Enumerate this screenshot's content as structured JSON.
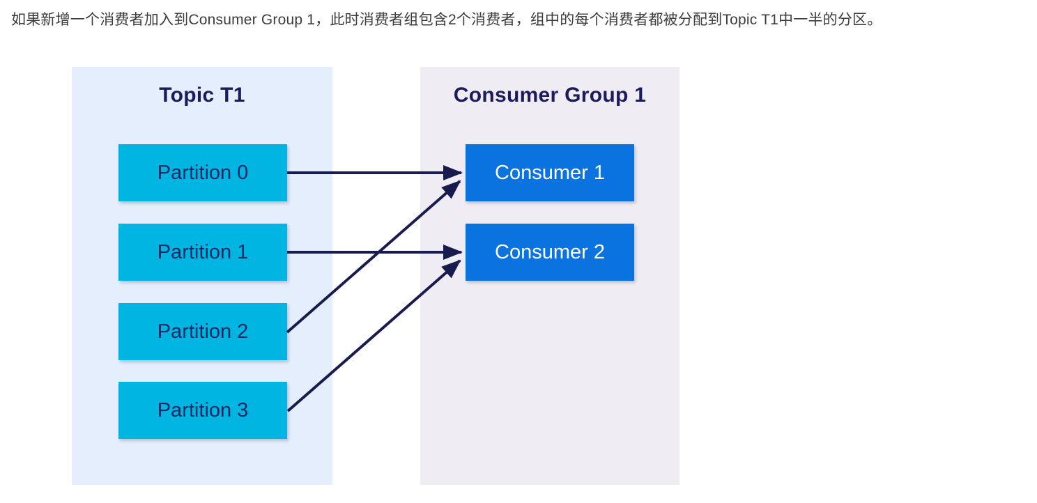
{
  "header": {
    "text": "如果新增一个消费者加入到Consumer Group 1，此时消费者组包含2个消费者，组中的每个消费者都被分配到Topic T1中一半的分区。"
  },
  "diagram": {
    "topic": {
      "title": "Topic T1",
      "partitions": [
        {
          "label": "Partition 0"
        },
        {
          "label": "Partition 1"
        },
        {
          "label": "Partition 2"
        },
        {
          "label": "Partition 3"
        }
      ]
    },
    "consumer_group": {
      "title": "Consumer Group 1",
      "consumers": [
        {
          "label": "Consumer 1"
        },
        {
          "label": "Consumer 2"
        }
      ]
    },
    "connections": [
      {
        "from": "Partition 0",
        "to": "Consumer 1"
      },
      {
        "from": "Partition 1",
        "to": "Consumer 2"
      },
      {
        "from": "Partition 2",
        "to": "Consumer 1"
      },
      {
        "from": "Partition 3",
        "to": "Consumer 2"
      }
    ],
    "colors": {
      "topic_panel_bg": "#e4eefc",
      "consumer_panel_bg": "#efedf3",
      "partition_box_bg": "#00b5e2",
      "partition_text": "#0e2a63",
      "consumer_box_bg": "#0b73e0",
      "consumer_text": "#ffffff",
      "title_text": "#1b1b5e",
      "arrow": "#191a4e",
      "header_text": "#3c3c3c"
    }
  }
}
